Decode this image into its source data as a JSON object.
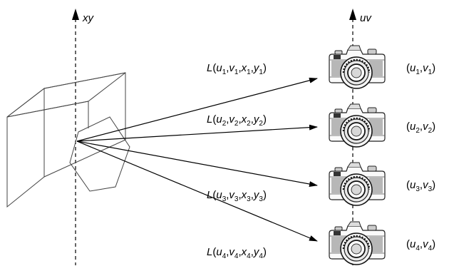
{
  "axes": {
    "left": {
      "label": "xy"
    },
    "right": {
      "label": "uv"
    }
  },
  "rays": [
    {
      "fn": "L",
      "args": [
        [
          "u",
          "1"
        ],
        [
          "v",
          "1"
        ],
        [
          "x",
          "1"
        ],
        [
          "y",
          "1"
        ]
      ]
    },
    {
      "fn": "L",
      "args": [
        [
          "u",
          "2"
        ],
        [
          "v",
          "2"
        ],
        [
          "x",
          "2"
        ],
        [
          "y",
          "2"
        ]
      ]
    },
    {
      "fn": "L",
      "args": [
        [
          "u",
          "3"
        ],
        [
          "v",
          "3"
        ],
        [
          "x",
          "3"
        ],
        [
          "y",
          "3"
        ]
      ]
    },
    {
      "fn": "L",
      "args": [
        [
          "u",
          "4"
        ],
        [
          "v",
          "4"
        ],
        [
          "x",
          "4"
        ],
        [
          "y",
          "4"
        ]
      ]
    }
  ],
  "cameras": [
    {
      "args": [
        [
          "u",
          "1"
        ],
        [
          "v",
          "1"
        ]
      ]
    },
    {
      "args": [
        [
          "u",
          "2"
        ],
        [
          "v",
          "2"
        ]
      ]
    },
    {
      "args": [
        [
          "u",
          "3"
        ],
        [
          "v",
          "3"
        ]
      ]
    },
    {
      "args": [
        [
          "u",
          "4"
        ],
        [
          "v",
          "4"
        ]
      ]
    }
  ]
}
